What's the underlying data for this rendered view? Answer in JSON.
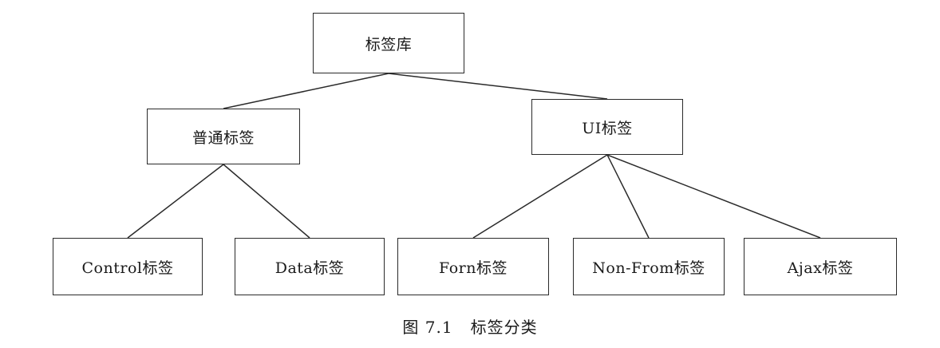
{
  "nodes": {
    "root": "标签库",
    "common": "普通标签",
    "ui": "UI标签",
    "control": "Control标签",
    "data": "Data标签",
    "forn": "Forn标签",
    "nonfrom": "Non-From标签",
    "ajax": "Ajax标签"
  },
  "edges": [
    [
      "root",
      "common"
    ],
    [
      "root",
      "ui"
    ],
    [
      "common",
      "control"
    ],
    [
      "common",
      "data"
    ],
    [
      "ui",
      "forn"
    ],
    [
      "ui",
      "nonfrom"
    ],
    [
      "ui",
      "ajax"
    ]
  ],
  "caption": {
    "number": "图 7.1",
    "title": "标签分类"
  },
  "colors": {
    "line": "#2a2a2a",
    "text": "#1a1a1a",
    "background": "#ffffff"
  }
}
